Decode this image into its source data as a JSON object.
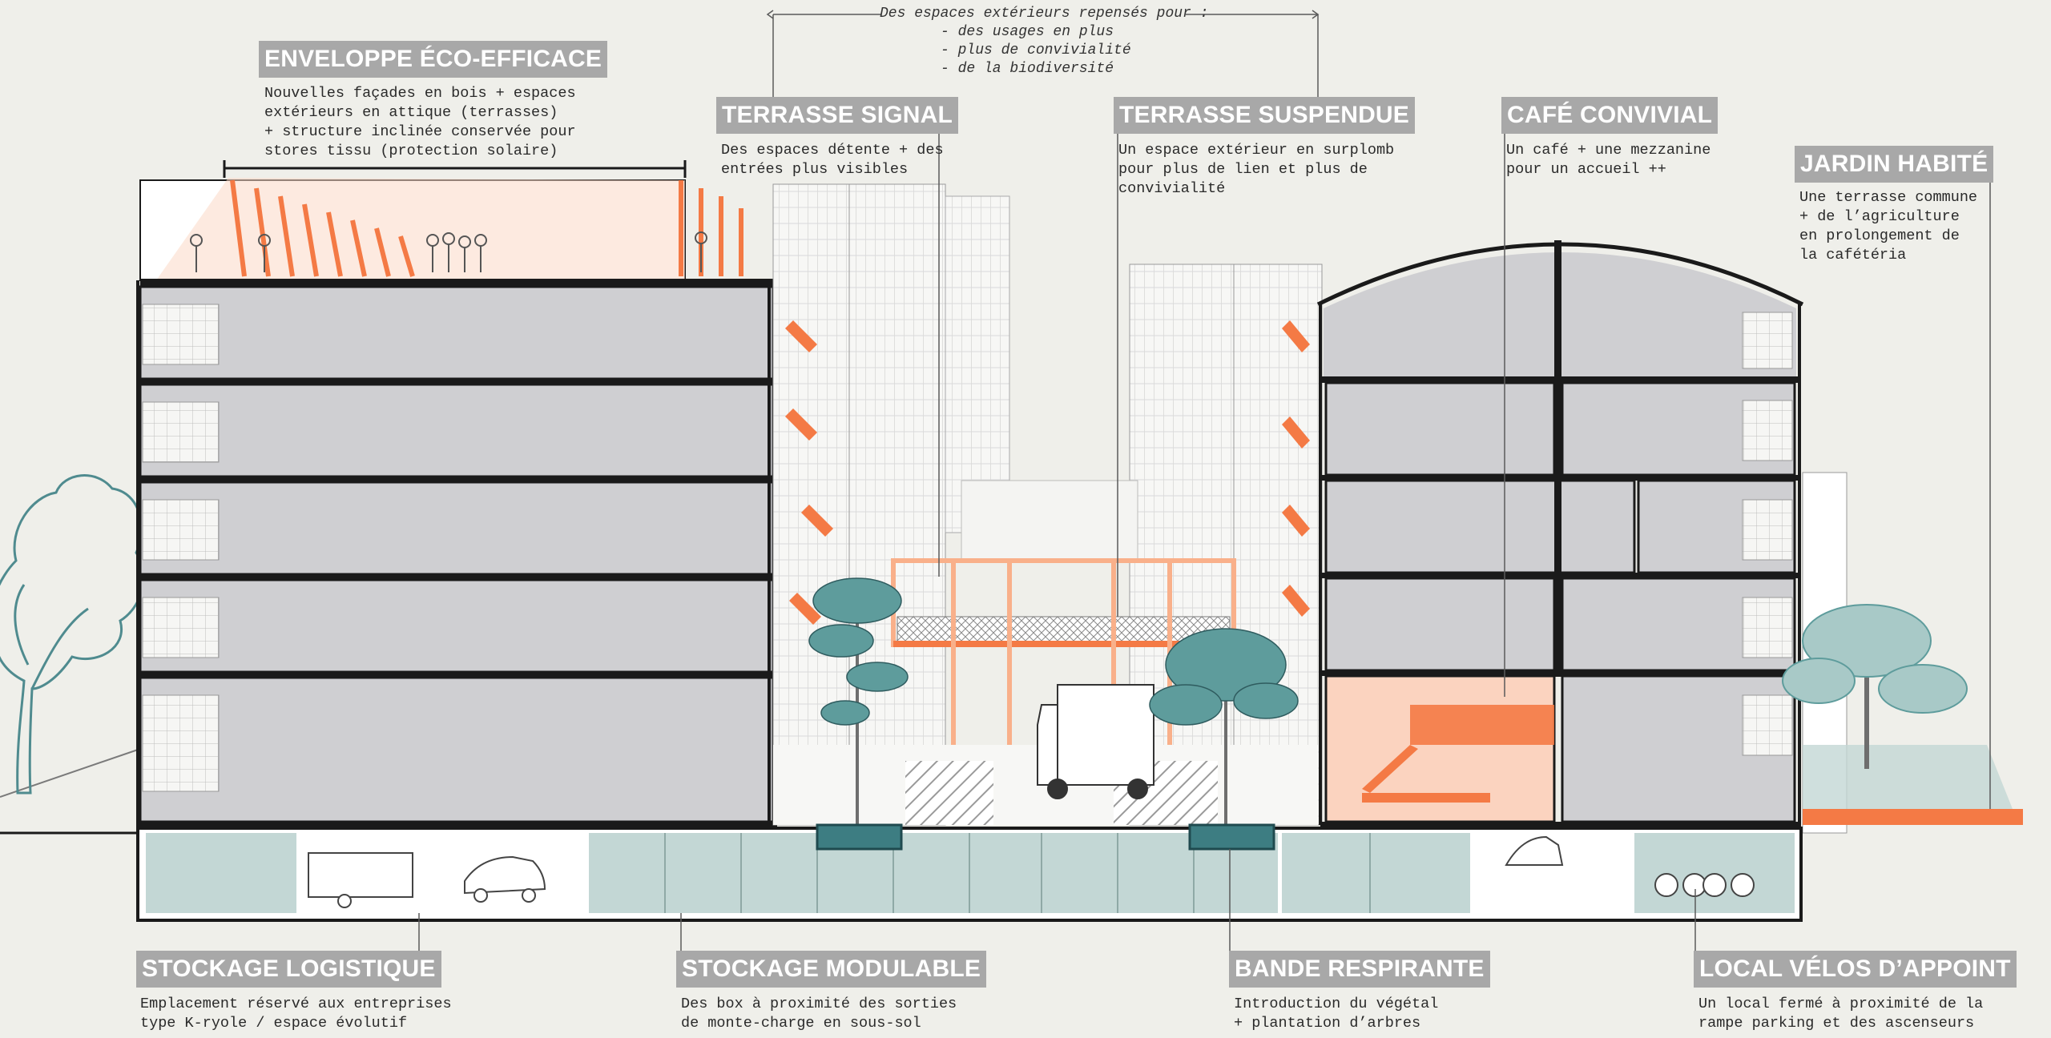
{
  "top_note": {
    "heading": "Des espaces extérieurs repensés pour :",
    "items": [
      "- des usages en plus",
      "- plus de convivialité",
      "- de la biodiversité"
    ]
  },
  "annotations": [
    {
      "id": "enveloppe",
      "title": "ENVELOPPE ÉCO-EFFICACE",
      "lines": [
        "Nouvelles façades en bois + espaces",
        "extérieurs en attique (terrasses)",
        "+ structure inclinée conservée pour",
        "stores tissu (protection solaire)"
      ]
    },
    {
      "id": "terrasse-signal",
      "title": "TERRASSE SIGNAL",
      "lines": [
        "Des espaces détente + des",
        "entrées plus visibles"
      ]
    },
    {
      "id": "terrasse-suspendue",
      "title": "TERRASSE SUSPENDUE",
      "lines": [
        "Un espace extérieur en surplomb",
        "pour plus de lien et plus de",
        "convivialité"
      ]
    },
    {
      "id": "cafe-convivial",
      "title": "CAFÉ CONVIVIAL",
      "lines": [
        "Un café + une mezzanine",
        "pour un accueil ++"
      ]
    },
    {
      "id": "jardin-habite",
      "title": "JARDIN HABITÉ",
      "lines": [
        "Une terrasse commune",
        "+ de l’agriculture",
        "en prolongement de",
        "la cafétéria"
      ]
    },
    {
      "id": "stockage-logistique",
      "title": "STOCKAGE LOGISTIQUE",
      "lines": [
        "Emplacement réservé aux entreprises",
        "type K-ryole / espace évolutif"
      ]
    },
    {
      "id": "stockage-modulable",
      "title": "STOCKAGE MODULABLE",
      "lines": [
        "Des box à proximité des sorties",
        "de monte-charge en sous-sol"
      ]
    },
    {
      "id": "bande-respirante",
      "title": "BANDE RESPIRANTE",
      "lines": [
        "Introduction du végétal",
        "+ plantation d’arbres"
      ]
    },
    {
      "id": "local-velos",
      "title": "LOCAL VÉLOS D’APPOINT",
      "lines": [
        "Un local fermé à proximité de la",
        "rampe parking et des ascenseurs"
      ]
    }
  ],
  "colors": {
    "background": "#efefea",
    "label_bg": "#a8a8a8",
    "accent_orange": "#f47a45",
    "soft_orange": "#f9c3a6",
    "teal": "#5e9c9c",
    "basement": "#c3d7d5",
    "floor_grey": "#cfcfd2",
    "line": "#1a1a1a"
  }
}
